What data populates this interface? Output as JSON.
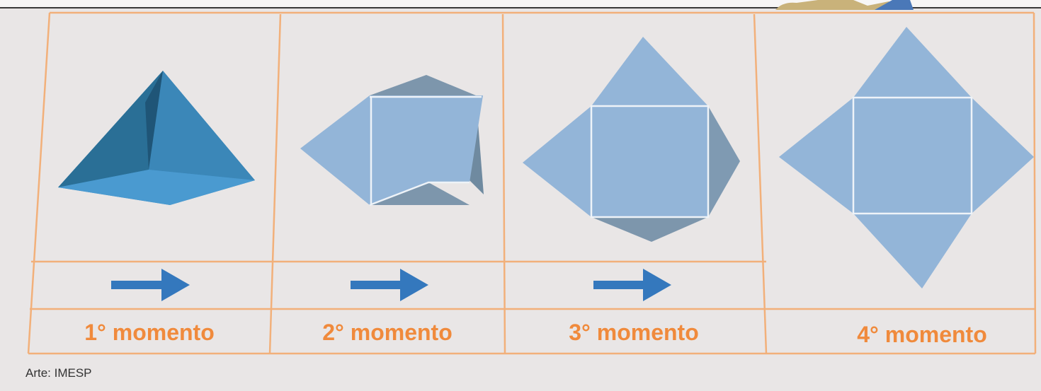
{
  "steps": [
    {
      "label": "1° momento"
    },
    {
      "label": "2° momento"
    },
    {
      "label": "3° momento"
    },
    {
      "label": "4° momento"
    }
  ],
  "caption": "Arte: IMESP",
  "colors": {
    "grid": "#f2b07a",
    "label": "#f08a3c",
    "arrow": "#3478bd",
    "pyramid_dark": "#25607f",
    "pyramid_base": "#3f8fc4",
    "net_face": "#93b5d8",
    "net_dark_face": "#7d96ac"
  }
}
